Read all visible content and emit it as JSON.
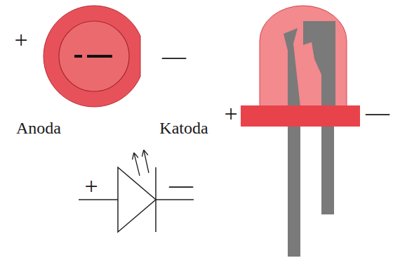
{
  "diagram": {
    "labels": [
      "+",
      "—",
      "Anoda",
      "Katoda",
      "+",
      "—",
      "+",
      "—"
    ]
  }
}
